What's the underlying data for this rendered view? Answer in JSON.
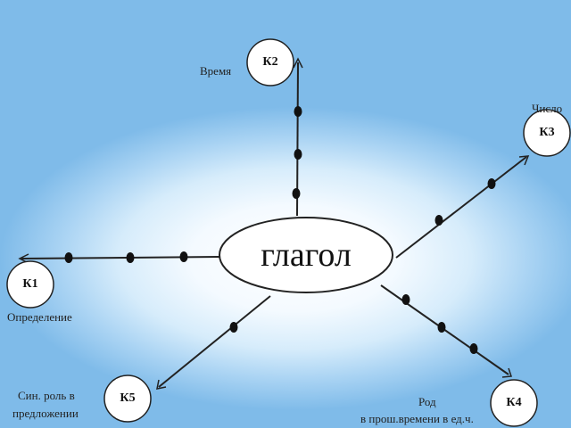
{
  "center": {
    "label": "глагол"
  },
  "nodes": [
    {
      "id": "k2",
      "label": "К2"
    },
    {
      "id": "k3",
      "label": "К3"
    },
    {
      "id": "k1",
      "label": "К1"
    },
    {
      "id": "k5",
      "label": "К5"
    },
    {
      "id": "k4",
      "label": "К4"
    }
  ],
  "labels": {
    "time": "Время",
    "number": "Число",
    "definition": "Определение",
    "syntax_line1": "Син. роль в",
    "syntax_line2": "предложении",
    "gender_line1": "Род",
    "gender_line2": "в прош.времени в ед.ч."
  },
  "colors": {
    "line": "#222222",
    "node_fill": "#ffffff"
  }
}
